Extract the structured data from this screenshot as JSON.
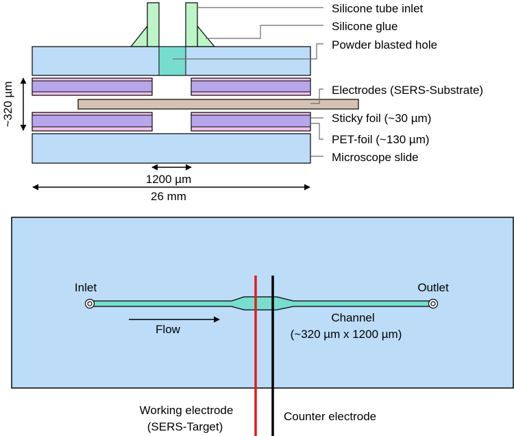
{
  "cross_section": {
    "labels": {
      "tube_inlet": "Silicone tube inlet",
      "glue": "Silicone glue",
      "hole": "Powder blasted hole",
      "electrodes": "Electrodes (SERS-Substrate)",
      "sticky_foil": "Sticky foil (~30 µm)",
      "pet_foil": "PET-foil (~130 µm)",
      "slide": "Microscope slide",
      "height": "~320 µm",
      "channel_width": "1200 µm",
      "slide_width": "26 mm"
    }
  },
  "top_view": {
    "labels": {
      "inlet": "Inlet",
      "outlet": "Outlet",
      "flow": "Flow",
      "channel_line1": "Channel",
      "channel_line2": "(~320 µm x 1200 µm)",
      "working_line1": "Working electrode",
      "working_line2": "(SERS-Target)",
      "counter": "Counter electrode"
    }
  },
  "colors": {
    "glass": "#bcdcf8",
    "tube": "#bdf5c8",
    "hole_channel": "#77ddcf",
    "foil_purple": "#b7a6ea",
    "foil_pink": "#f2c3ea",
    "substrate": "#d6c2b3",
    "working_electrode": "#e31b1b",
    "counter_electrode": "#000000"
  }
}
